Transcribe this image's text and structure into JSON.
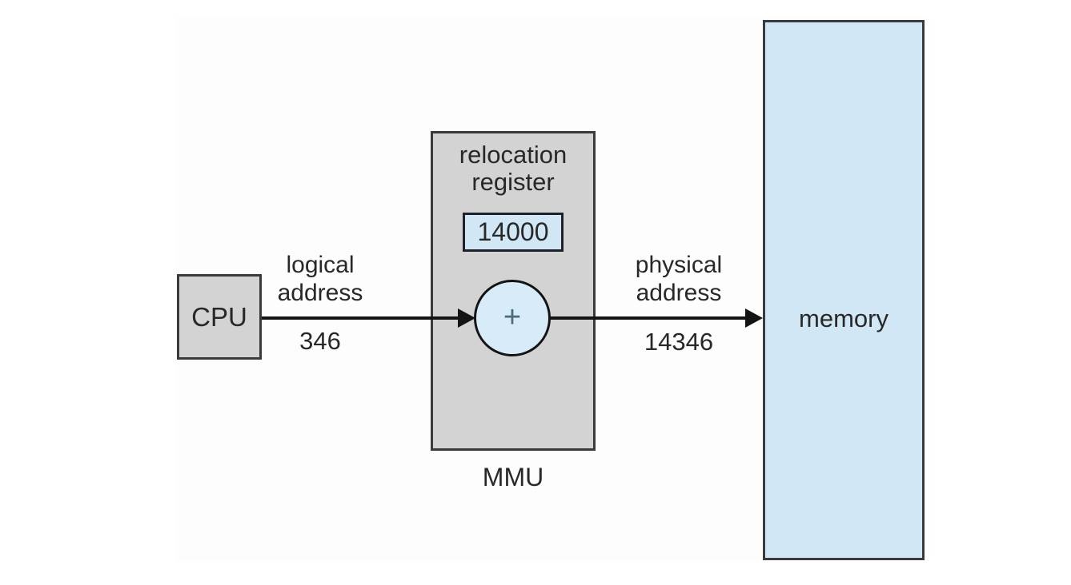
{
  "diagram": {
    "cpu": {
      "label": "CPU"
    },
    "logical_address": {
      "line1": "logical",
      "line2": "address",
      "value": "346"
    },
    "mmu": {
      "caption": "MMU",
      "register_label_line1": "relocation",
      "register_label_line2": "register",
      "register_value": "14000",
      "adder_symbol": "+"
    },
    "physical_address": {
      "line1": "physical",
      "line2": "address",
      "value": "14346"
    },
    "memory": {
      "label": "memory"
    },
    "colors": {
      "box_gray": "#d3d3d3",
      "light_blue": "#d2e7f6",
      "circle_blue": "#d7ebf8",
      "border_gray": "#3a3a3a",
      "border_blue": "#20202a",
      "arrow_black": "#141414",
      "text": "#282828",
      "plus": "#4e6b7c"
    }
  }
}
